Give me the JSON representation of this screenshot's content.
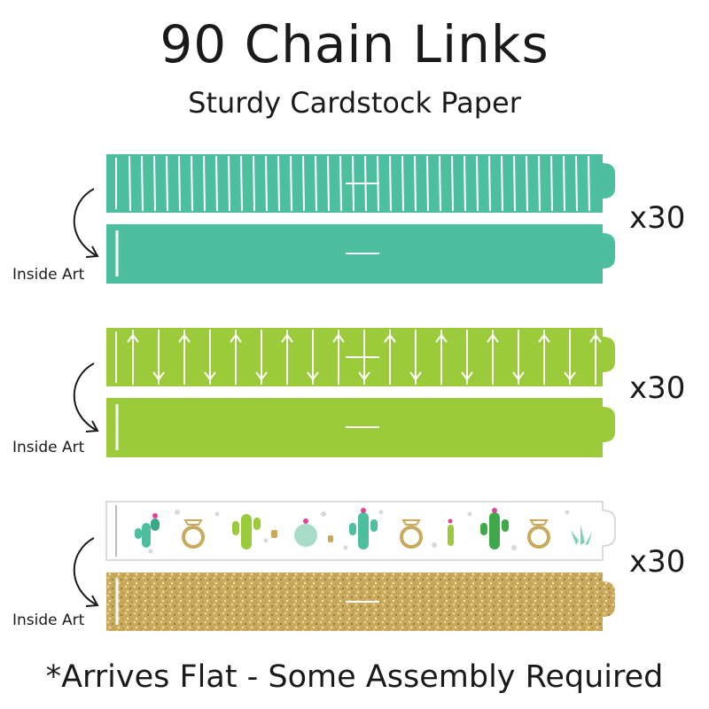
{
  "title": "90 Chain Links",
  "subtitle": "Sturdy Cardstock Paper",
  "footer": "*Arrives Flat - Some Assembly Required",
  "colors": {
    "teal": "#4dbf9e",
    "lime": "#9bcb3b",
    "gold": "#c8a85a",
    "white": "#ffffff"
  },
  "link_sets": [
    {
      "count_label": "x30",
      "inside_label": "Inside Art",
      "outside_pattern": "teal-stripes",
      "inside_pattern": "solid-teal"
    },
    {
      "count_label": "x30",
      "inside_label": "Inside Art",
      "outside_pattern": "lime-arrows",
      "inside_pattern": "solid-lime"
    },
    {
      "count_label": "x30",
      "inside_label": "Inside Art",
      "outside_pattern": "cactus-ring-icons",
      "inside_pattern": "gold-glitter"
    }
  ]
}
